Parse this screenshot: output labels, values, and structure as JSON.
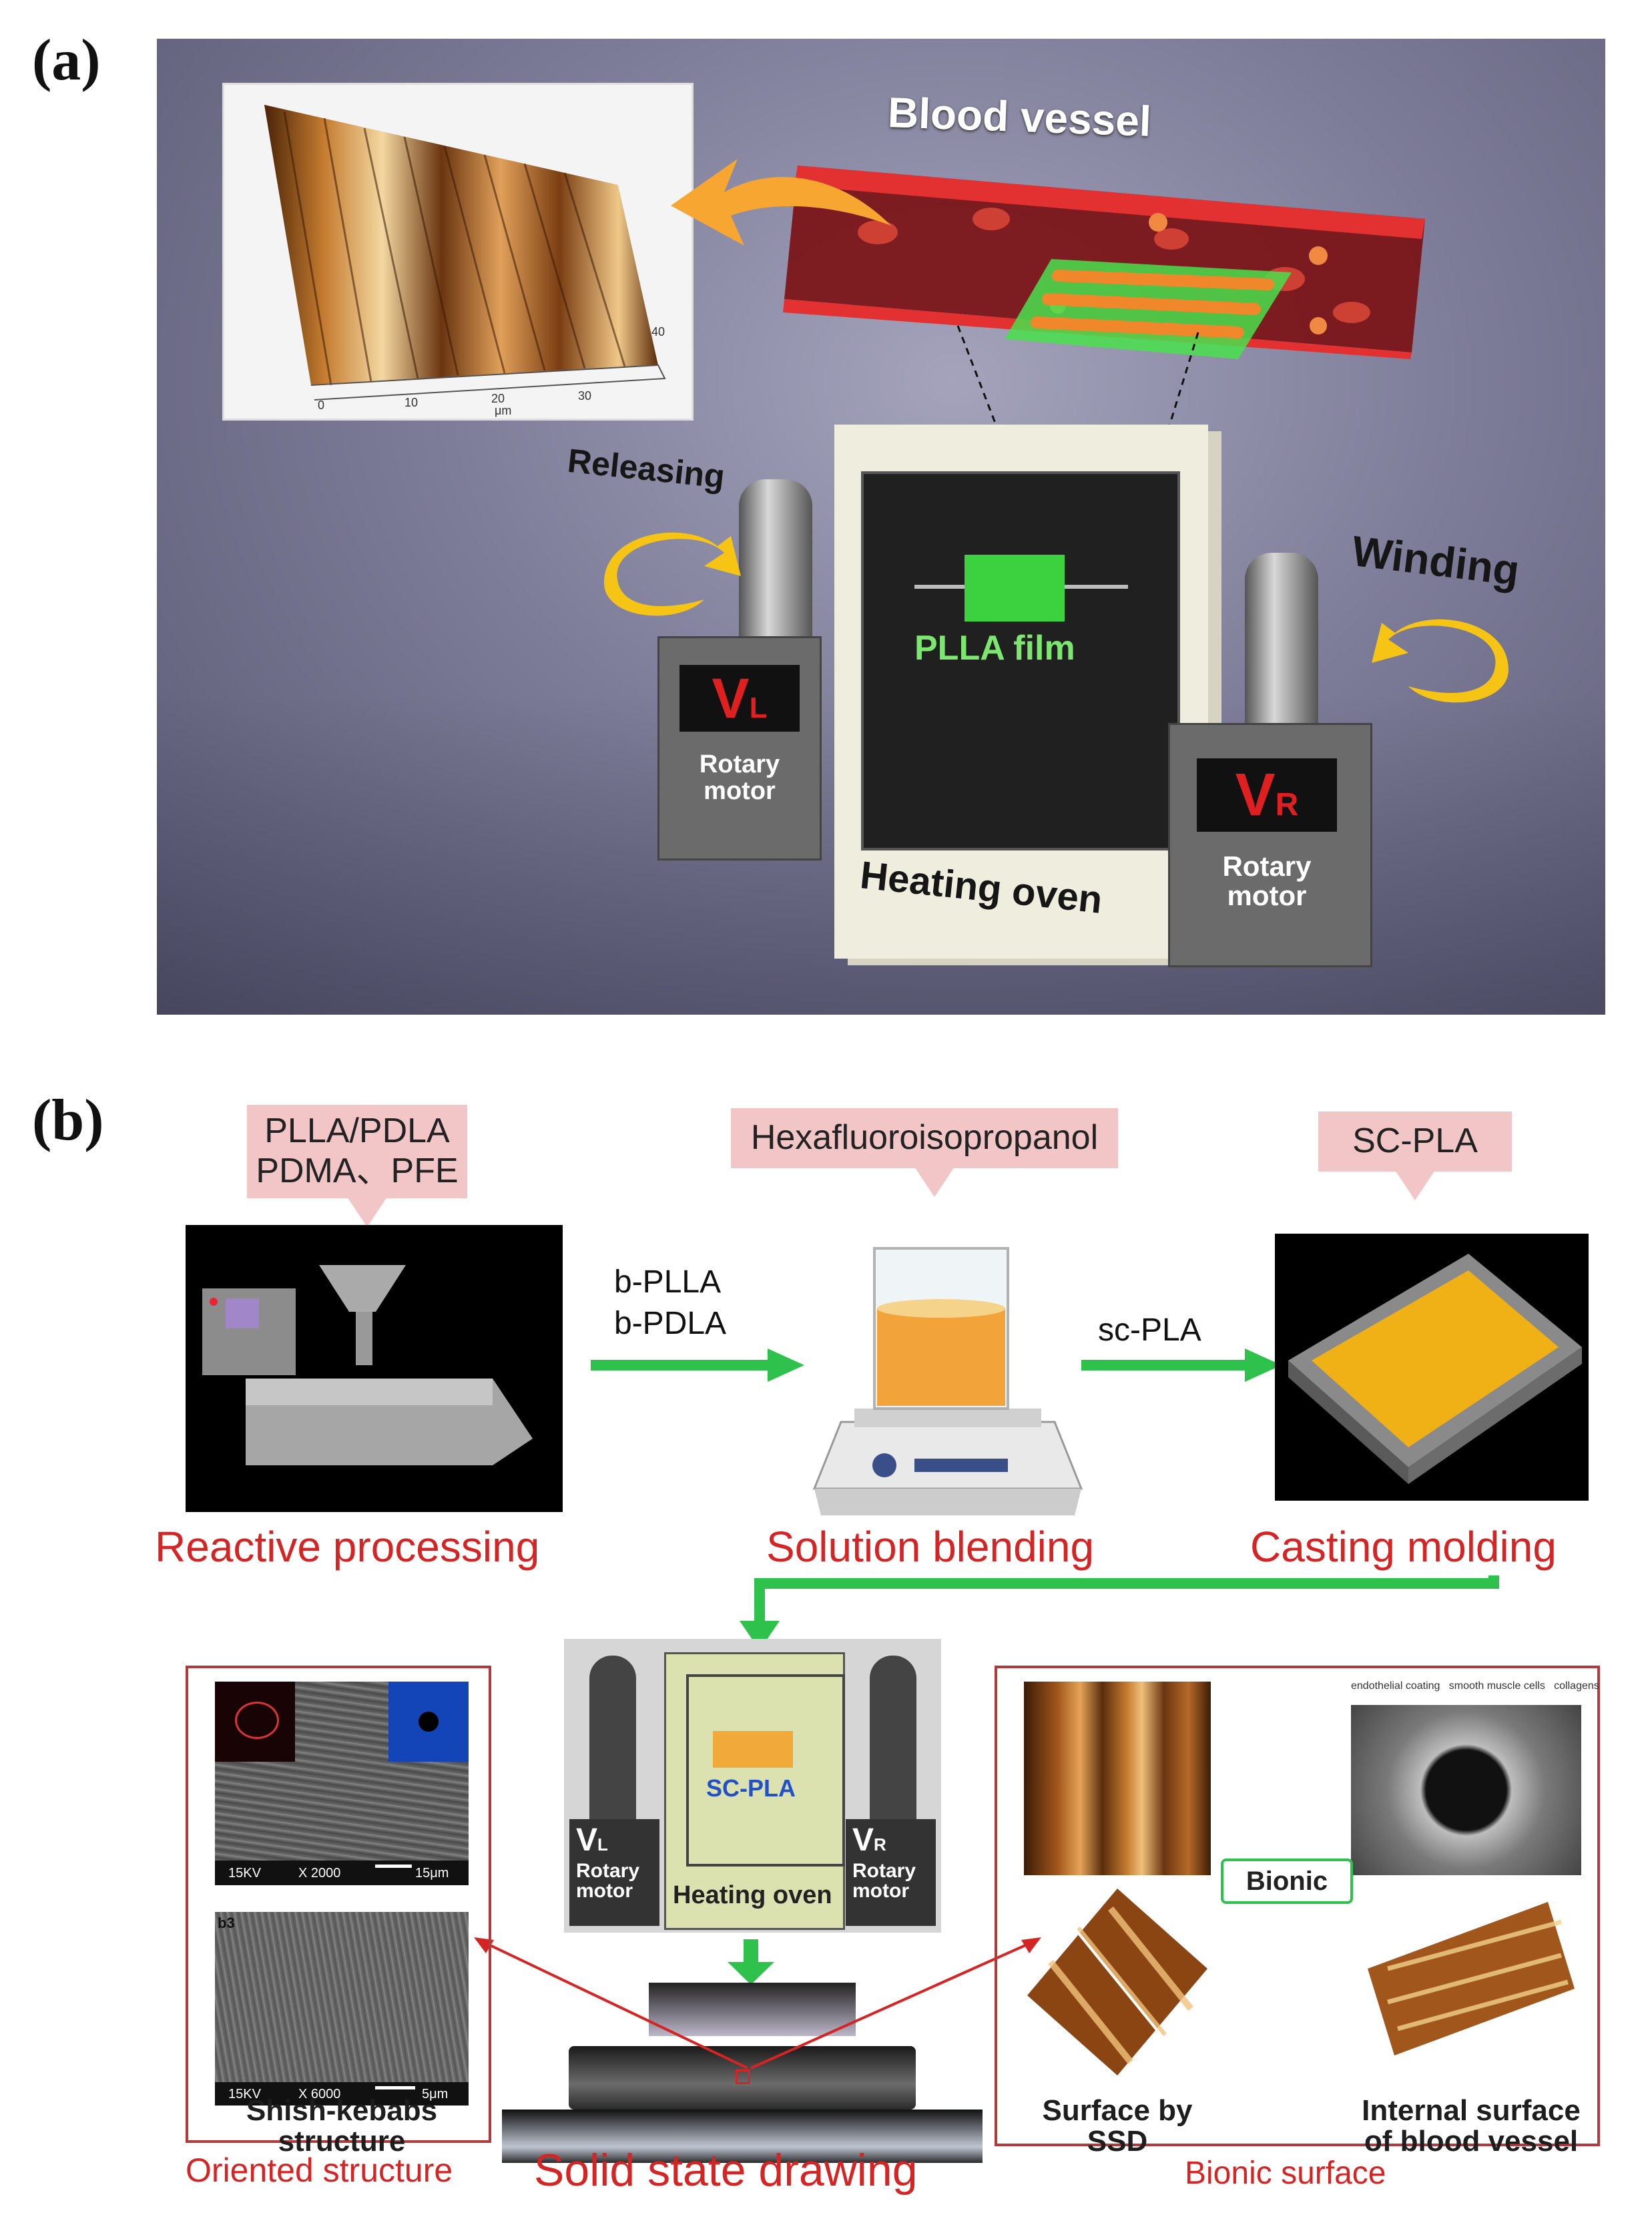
{
  "panel_a": {
    "label": "(a)",
    "blood_vessel": "Blood vessel",
    "releasing": "Releasing",
    "winding": "Winding",
    "film": "PLLA film",
    "oven": "Heating oven",
    "left_motor": {
      "v_main": "V",
      "v_sub": "L",
      "caption": "Rotary\nmotor"
    },
    "right_motor": {
      "v_main": "V",
      "v_sub": "R",
      "caption": "Rotary\nmotor"
    },
    "afm_axes": {
      "x_ticks": [
        "0",
        "10",
        "20",
        "30",
        "40"
      ],
      "x_unit": "μm"
    }
  },
  "panel_b": {
    "label": "(b)",
    "callouts": {
      "reactive": "PLLA/PDLA\nPDMA、PFE",
      "solvent": "Hexafluoroisopropanol",
      "product": "SC-PLA"
    },
    "arrows": {
      "first": "b-PLLA\nb-PDLA",
      "second": "sc-PLA"
    },
    "stages": {
      "reactive": "Reactive processing",
      "solution": "Solution blending",
      "casting": "Casting molding"
    },
    "oven_unit": {
      "film": "SC-PLA",
      "oven": "Heating oven",
      "left": {
        "v_main": "V",
        "v_sub": "L",
        "caption": "Rotary\nmotor"
      },
      "right": {
        "v_main": "V",
        "v_sub": "R",
        "caption": "Rotary\nmotor"
      }
    },
    "oriented": {
      "sem_top": {
        "kv": "15KV",
        "mag": "X 2000",
        "scale": "15μm"
      },
      "sem_bottom": {
        "tag": "b3",
        "kv": "15KV",
        "mag": "X 6000",
        "scale": "5μm"
      },
      "caption": "Shish-kebabs\nstructure",
      "title": "Oriented structure"
    },
    "drawing_title": "Solid state drawing",
    "bionic": {
      "tag": "Bionic",
      "left_caption": "Surface by SSD",
      "right_caption": "Internal surface\nof blood vessel",
      "title": "Bionic surface",
      "layers": "endothelial coating   smooth muscle cells   collagens"
    }
  }
}
